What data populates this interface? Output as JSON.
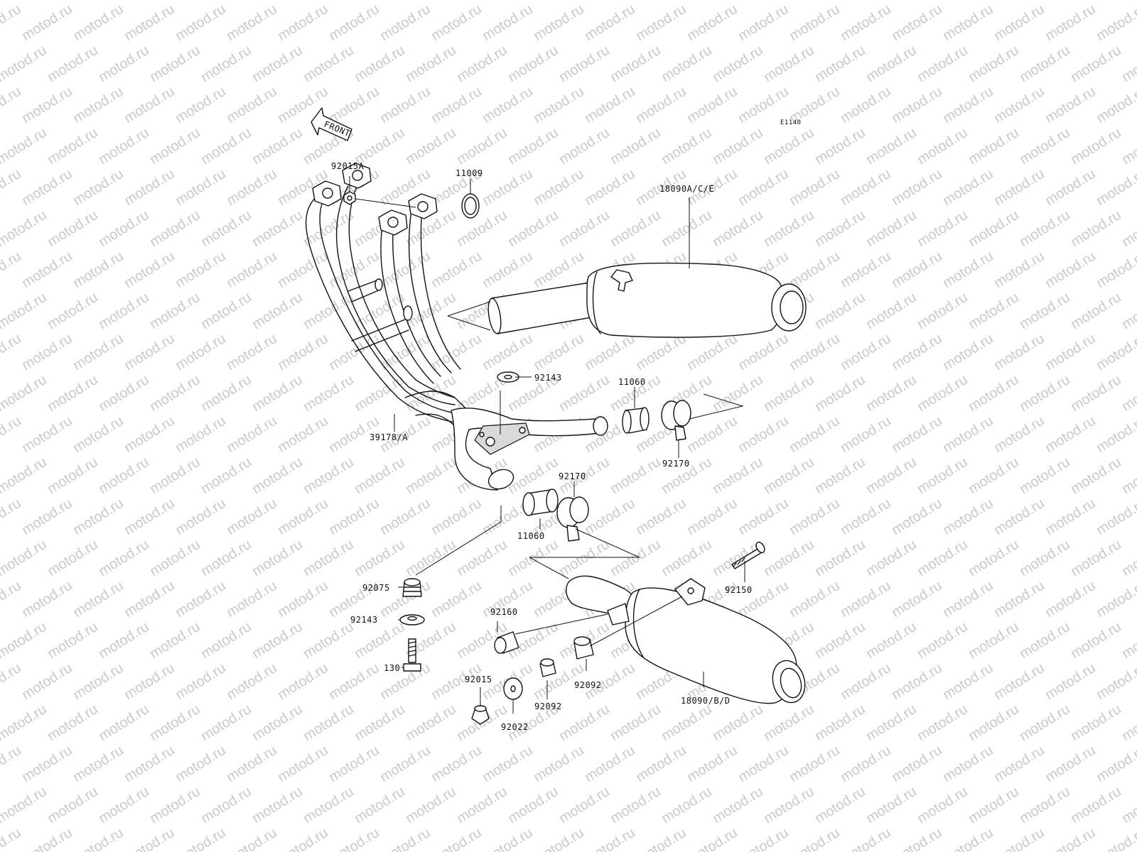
{
  "watermark": "motod.ru",
  "diagram_code": "E1140",
  "direction_label": "FRONT",
  "callouts": [
    {
      "id": "c-92015A",
      "text": "92015A"
    },
    {
      "id": "c-11009",
      "text": "11009"
    },
    {
      "id": "c-18090ACE",
      "text": "18090A/C/E"
    },
    {
      "id": "c-92143-top",
      "text": "92143"
    },
    {
      "id": "c-11060-right",
      "text": "11060"
    },
    {
      "id": "c-39178A",
      "text": "39178/A"
    },
    {
      "id": "c-92170-right",
      "text": "92170"
    },
    {
      "id": "c-92170-mid",
      "text": "92170"
    },
    {
      "id": "c-11060-mid",
      "text": "11060"
    },
    {
      "id": "c-92075",
      "text": "92075"
    },
    {
      "id": "c-92150",
      "text": "92150"
    },
    {
      "id": "c-92143-bottom",
      "text": "92143"
    },
    {
      "id": "c-92160",
      "text": "92160"
    },
    {
      "id": "c-130",
      "text": "130"
    },
    {
      "id": "c-92015",
      "text": "92015"
    },
    {
      "id": "c-92092-mid",
      "text": "92092"
    },
    {
      "id": "c-92092-right",
      "text": "92092"
    },
    {
      "id": "c-92022",
      "text": "92022"
    },
    {
      "id": "c-18090BD",
      "text": "18090/B/D"
    }
  ]
}
